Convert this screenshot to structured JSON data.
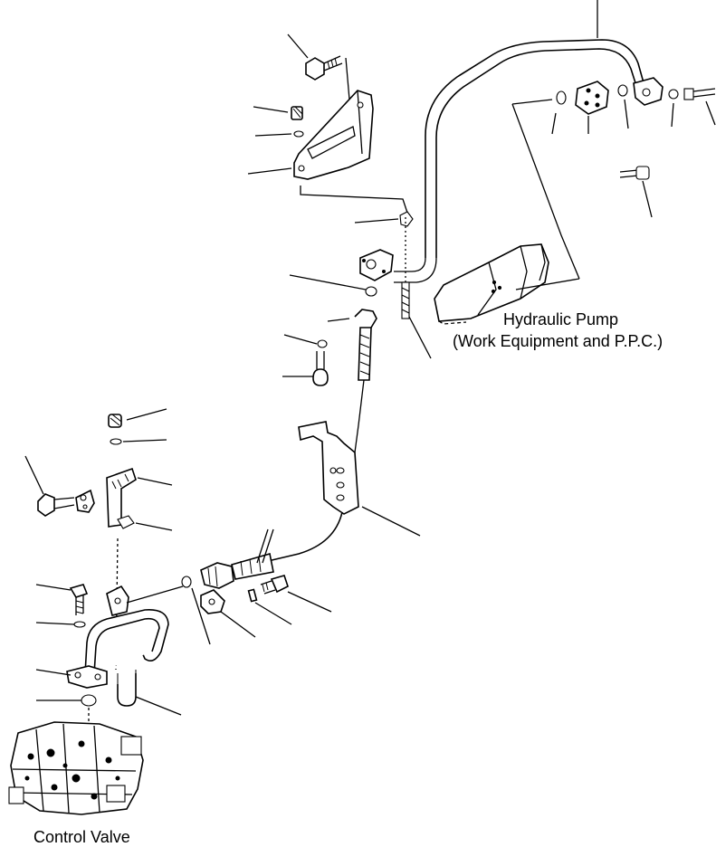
{
  "labels": {
    "pump_line1": "Hydraulic Pump",
    "pump_line2": "(Work Equipment and P.P.C.)",
    "valve": "Control Valve"
  },
  "colors": {
    "ink": "#000000",
    "paper": "#ffffff"
  }
}
